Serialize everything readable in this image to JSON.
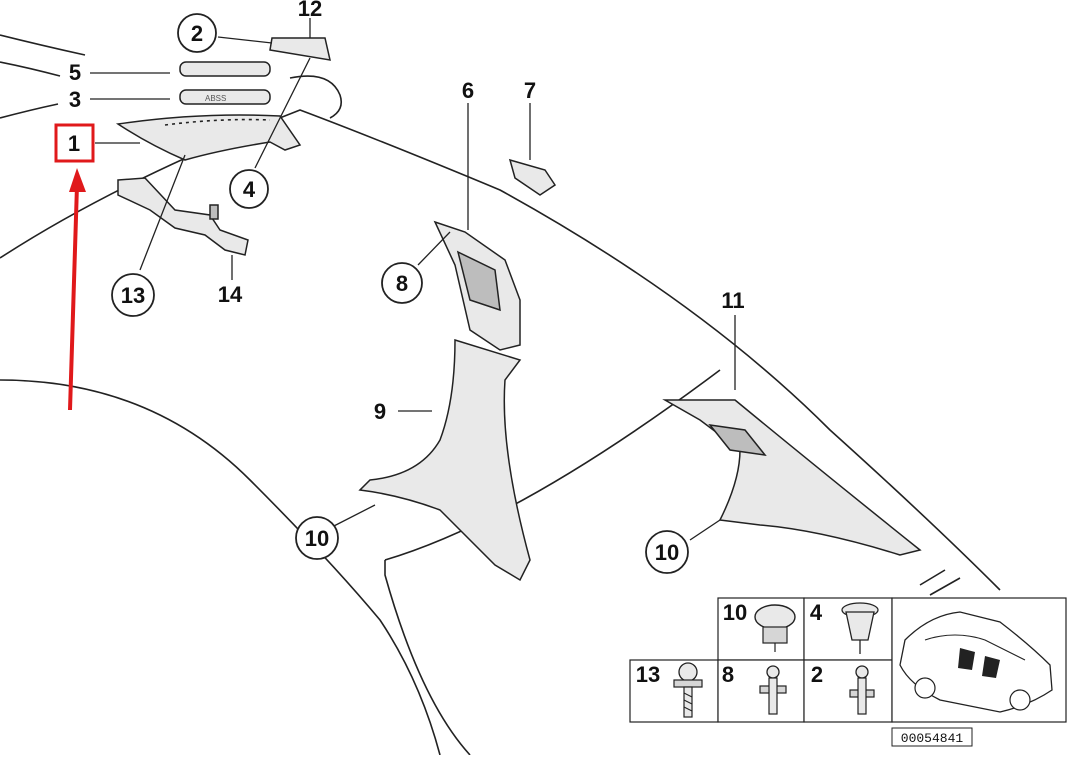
{
  "callouts": {
    "c1": "1",
    "c2": "2",
    "c3": "3",
    "c4": "4",
    "c5": "5",
    "c6": "6",
    "c7": "7",
    "c8": "8",
    "c9": "9",
    "c10a": "10",
    "c10b": "10",
    "c11": "11",
    "c12": "12",
    "c13": "13",
    "c14": "14"
  },
  "inset": {
    "fasteners": [
      {
        "label": "10",
        "icon": "push-clip-icon"
      },
      {
        "label": "4",
        "icon": "expanding-clip-icon"
      },
      {
        "label": "13",
        "icon": "screw-icon"
      },
      {
        "label": "8",
        "icon": "fastener-pin-icon"
      },
      {
        "label": "2",
        "icon": "fastener-pin-icon"
      }
    ],
    "car_thumbnail": "car-location-icon"
  },
  "diagram_id": "00054841",
  "colors": {
    "highlight": "#e0191b",
    "line": "#222222",
    "part_fill": "#e9e9e9"
  }
}
